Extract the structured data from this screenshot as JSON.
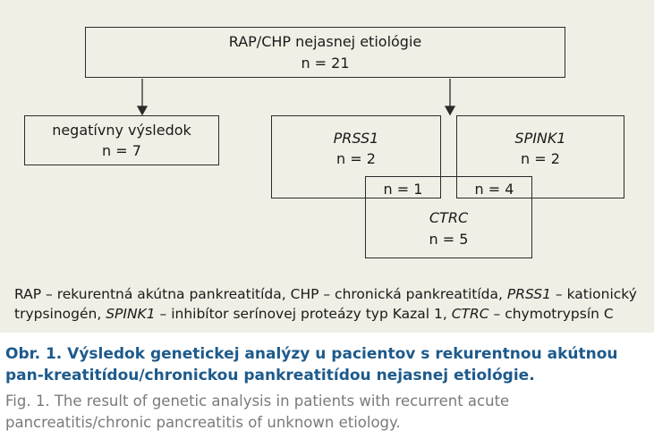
{
  "diagram": {
    "root": {
      "title": "RAP/CHP nejasnej etiológie",
      "count": "n = 21"
    },
    "negative": {
      "title": "negatívny výsledok",
      "count": "n = 7"
    },
    "prss1": {
      "title": "PRSS1",
      "count": "n = 2"
    },
    "spink1": {
      "title": "SPINK1",
      "count": "n = 2"
    },
    "ctrc": {
      "title": "CTRC",
      "count": "n = 5"
    },
    "overlap_prss1_ctrc": "n = 1",
    "overlap_spink1_ctrc": "n = 4"
  },
  "legend": {
    "p1": "RAP – rekurentná akútna pankreatitída, CHP – chronická pankreatitída, ",
    "g1": "PRSS1",
    "p2": " – kationický trypsinogén, ",
    "g2": "SPINK1",
    "p3": " – inhibítor serínovej proteázy typ Kazal 1, ",
    "g3": "CTRC",
    "p4": " – chymotrypsín C"
  },
  "caption": {
    "sk": "Obr. 1. Výsledok genetickej analýzy u pacientov s rekurentnou akútnou pan-kreatitídou/chronickou pankreatitídou nejasnej etiológie.",
    "en": "Fig. 1. The result of genetic analysis in patients with recurrent acute pancreatitis/chronic pancreatitis of unknown etiology."
  },
  "colors": {
    "panel": "#f0efe6",
    "caption_sk": "#1d5a8c",
    "caption_en": "#7a7a7a",
    "stroke": "#2b2b2b"
  }
}
